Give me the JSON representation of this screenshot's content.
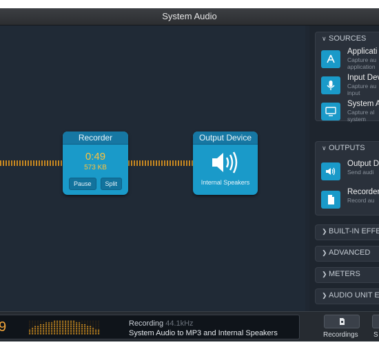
{
  "window": {
    "title": "System Audio"
  },
  "nodes": {
    "recorder": {
      "title": "Recorder",
      "time": "0:49",
      "size": "573 KB",
      "pause_label": "Pause",
      "split_label": "Split"
    },
    "output": {
      "title": "Output Device",
      "device": "Internal Speakers"
    }
  },
  "sidebar": {
    "sources": {
      "header": "SOURCES",
      "items": [
        {
          "title": "Applicati",
          "desc1": "Capture au",
          "desc2": "application",
          "icon": "app-store-icon"
        },
        {
          "title": "Input Dev",
          "desc1": "Capture au",
          "desc2": "input",
          "icon": "microphone-icon"
        },
        {
          "title": "System A",
          "desc1": "Capture al",
          "desc2": "system",
          "icon": "monitor-icon"
        }
      ]
    },
    "outputs": {
      "header": "OUTPUTS",
      "items": [
        {
          "title": "Output D",
          "desc1": "Send audi",
          "icon": "speaker-icon"
        },
        {
          "title": "Recorder",
          "desc1": "Record au",
          "icon": "document-icon"
        }
      ]
    },
    "collapsed": [
      {
        "label": "BUILT-IN EFFE"
      },
      {
        "label": "ADVANCED"
      },
      {
        "label": "METERS"
      },
      {
        "label": "AUDIO UNIT EF"
      }
    ]
  },
  "bottom": {
    "time": "9",
    "status_word": "Recording",
    "sample_rate": "44.1kHz",
    "status_line": "System Audio to MP3 and Internal Speakers",
    "recordings_label": "Recordings",
    "cut_label": "S"
  },
  "colors": {
    "accent": "#1a9ac9",
    "lcd_text": "#f2a53a",
    "cable": "#c98a22"
  }
}
